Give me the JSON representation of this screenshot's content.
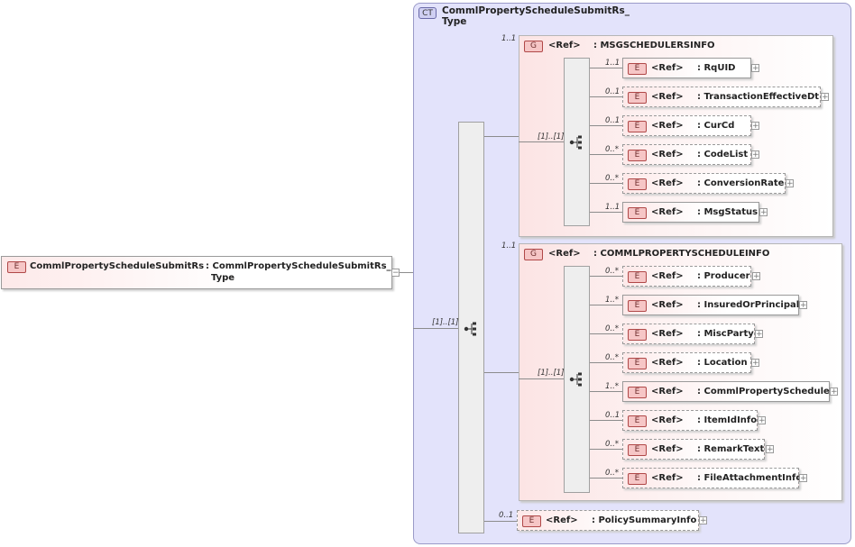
{
  "root": {
    "badge": "E",
    "name": "CommlPropertyScheduleSubmitRs",
    "type_line1": ": CommlPropertyScheduleSubmitRs_",
    "type_line2": "Type"
  },
  "complex_type": {
    "badge": "CT",
    "title_line1": "CommlPropertyScheduleSubmitRs_",
    "title_line2": "Type"
  },
  "main_sequence_card": "[1]..[1]",
  "groups": [
    {
      "badge": "G",
      "ref": "<Ref>",
      "name": ": MSGSCHEDULERSINFO",
      "card": "1..1",
      "seq_card": "[1]..[1]",
      "elements": [
        {
          "card": "1..1",
          "badge": "E",
          "ref": "<Ref>",
          "name": ": RqUID",
          "optional": false
        },
        {
          "card": "0..1",
          "badge": "E",
          "ref": "<Ref>",
          "name": ": TransactionEffectiveDt",
          "optional": true
        },
        {
          "card": "0..1",
          "badge": "E",
          "ref": "<Ref>",
          "name": ": CurCd",
          "optional": true
        },
        {
          "card": "0..*",
          "badge": "E",
          "ref": "<Ref>",
          "name": ": CodeList",
          "optional": true
        },
        {
          "card": "0..*",
          "badge": "E",
          "ref": "<Ref>",
          "name": ": ConversionRate",
          "optional": true
        },
        {
          "card": "1..1",
          "badge": "E",
          "ref": "<Ref>",
          "name": ": MsgStatus",
          "optional": false
        }
      ]
    },
    {
      "badge": "G",
      "ref": "<Ref>",
      "name": ": COMMLPROPERTYSCHEDULEINFO",
      "card": "1..1",
      "seq_card": "[1]..[1]",
      "elements": [
        {
          "card": "0..*",
          "badge": "E",
          "ref": "<Ref>",
          "name": ": Producer",
          "optional": true
        },
        {
          "card": "1..*",
          "badge": "E",
          "ref": "<Ref>",
          "name": ": InsuredOrPrincipal",
          "optional": false
        },
        {
          "card": "0..*",
          "badge": "E",
          "ref": "<Ref>",
          "name": ": MiscParty",
          "optional": true
        },
        {
          "card": "0..*",
          "badge": "E",
          "ref": "<Ref>",
          "name": ": Location",
          "optional": true
        },
        {
          "card": "1..*",
          "badge": "E",
          "ref": "<Ref>",
          "name": ": CommlPropertySchedule",
          "optional": false
        },
        {
          "card": "0..1",
          "badge": "E",
          "ref": "<Ref>",
          "name": ": ItemIdInfo",
          "optional": true
        },
        {
          "card": "0..*",
          "badge": "E",
          "ref": "<Ref>",
          "name": ": RemarkText",
          "optional": true
        },
        {
          "card": "0..*",
          "badge": "E",
          "ref": "<Ref>",
          "name": ": FileAttachmentInfo",
          "optional": true
        }
      ]
    }
  ],
  "tail_element": {
    "card": "0..1",
    "badge": "E",
    "ref": "<Ref>",
    "name": ": PolicySummaryInfo",
    "optional": true
  },
  "expand_symbol": "+",
  "collapse_symbol": "−"
}
